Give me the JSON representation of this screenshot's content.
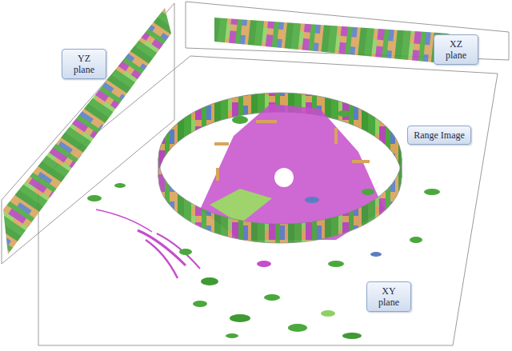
{
  "diagram": {
    "nodes": [
      {
        "text": [
          "XZ plane"
        ]
      },
      {
        "text": [
          "YZ plane"
        ]
      },
      {
        "text": [
          "Range Image"
        ]
      },
      {
        "text": [
          "XY plane"
        ]
      }
    ]
  }
}
